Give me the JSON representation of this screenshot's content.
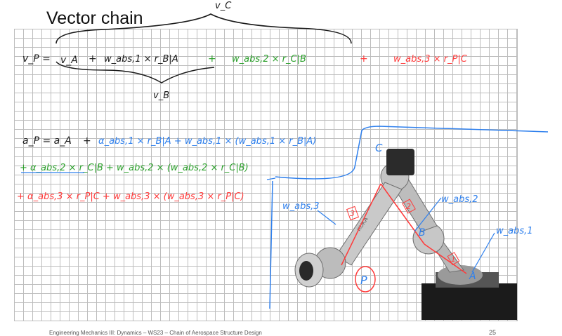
{
  "slide": {
    "title": "Vector chain",
    "page_number": "25",
    "footer": "Engineering Mechanics III: Dynamics – WS23 – Chain of Aerospace Structure Design"
  },
  "colors": {
    "black_ink": "#1a1a1a",
    "green_ink": "#2ca02c",
    "red_ink": "#ff3b3b",
    "blue_ink": "#2f80ed",
    "grid": "#bdbdbd"
  },
  "velocity_eq": {
    "lhs": "v_P =",
    "t1": "v_A",
    "plus1": "+",
    "t2": "w_abs,1 × r_B|A",
    "plus2": "+",
    "t3": "w_abs,2 × r_C|B",
    "plus3": "+",
    "t4": "w_abs,3 × r_P|C",
    "brace_top": "v_C",
    "brace_bottom": "v_B"
  },
  "accel_eq": {
    "line1_lhs": "a_P = a_A",
    "line1_black": "+",
    "line1_blue": "α_abs,1 × r_B|A + w_abs,1 × (w_abs,1 × r_B|A)",
    "line2": "+ α_abs,2 × r_C|B + w_abs,2 × (w_abs,2 × r_C|B)",
    "line3": "+ α_abs,3 × r_P|C + w_abs,3 × (w_abs,3 × r_P|C)"
  },
  "robot_labels": {
    "w1": "w_abs,1",
    "w2": "w_abs,2",
    "w3": "w_abs,3",
    "point_a": "A",
    "point_b": "B",
    "point_c": "C",
    "point_p": "P",
    "seg1": "1",
    "seg2": "2",
    "seg3": "3",
    "brand": "KUKA"
  }
}
